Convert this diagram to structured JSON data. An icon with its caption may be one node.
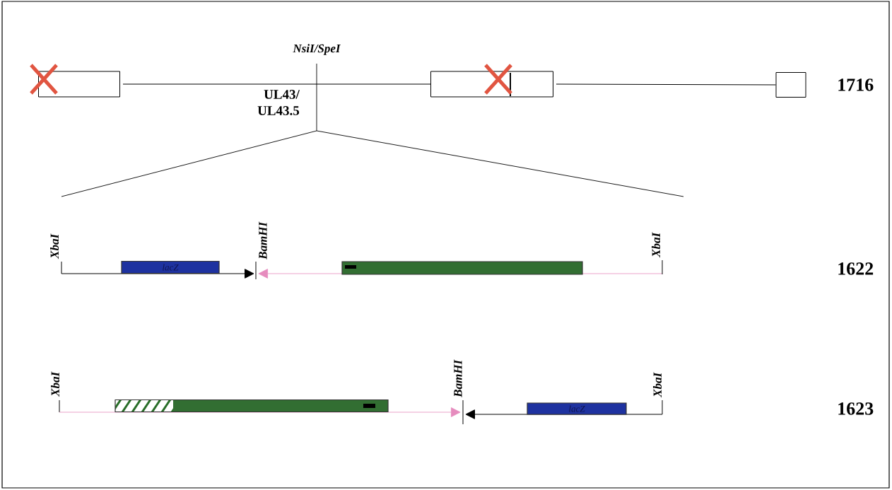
{
  "diagram": {
    "nodes": [
      {
        "text": [],
        "shape": "box"
      },
      {
        "text": [],
        "shape": "box"
      },
      {
        "text": [],
        "shape": "box"
      },
      {
        "text": [
          "lacZ"
        ]
      },
      {
        "text": [],
        "shape": "bar"
      },
      {
        "text": [],
        "shape": "bar"
      },
      {
        "text": [
          "lacZ"
        ]
      }
    ],
    "edges": [
      {
        "from": 0,
        "to": 1,
        "arrow": "none"
      },
      {
        "from": 1,
        "to": 2,
        "arrow": "none"
      }
    ],
    "labels": [
      "NsiI/SpeI",
      "UL43/ UL43.5",
      "1716",
      "XbaI",
      "BamHI",
      "XbaI",
      "1622",
      "XbaI",
      "BamHI",
      "XbaI",
      "1623"
    ]
  }
}
